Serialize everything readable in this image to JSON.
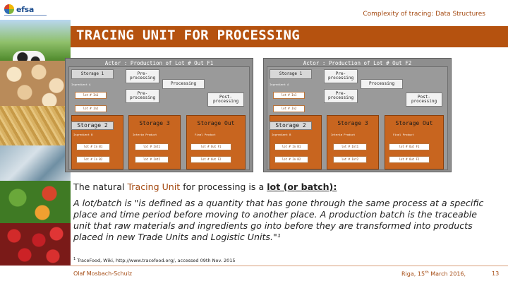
{
  "header": {
    "top_title": "Complexity of tracing: Data Structures",
    "main_title": "TRACING UNIT FOR PROCESSING"
  },
  "logo": {
    "text": "efsa"
  },
  "diagram": {
    "actors": [
      {
        "title": "Actor : Production of Lot # Out F1",
        "storage_1": "Storage 1",
        "ingredient_a_tag": "Ingredient A",
        "lot_in_1": "lot # In1",
        "lot_in_2": "lot # In2",
        "pre_processing_top": "Pre-processing",
        "pre_processing_mid": "Pre-processing",
        "processing": "Processing",
        "post_processing": "Post-processing",
        "storage_2": "Storage 2",
        "storage_3": "Storage 3",
        "storage_out": "Storage Out",
        "ingredient_b_tag": "Ingredient B",
        "interim_tag": "Interim Product",
        "final_tag": "Final Product",
        "lot_b1": "lot # In B1",
        "lot_b2": "lot # In B2",
        "lot_i1": "lot # Int1",
        "lot_i2": "lot # Int2",
        "lot_o1": "lot # Out F1",
        "lot_o2": "lot # Out F2"
      },
      {
        "title": "Actor : Production of Lot # Out F2",
        "storage_1": "Storage 1",
        "ingredient_a_tag": "Ingredient A",
        "lot_in_1": "lot # In1",
        "lot_in_2": "lot # In2",
        "pre_processing_top": "Pre-processing",
        "pre_processing_mid": "Pre-processing",
        "processing": "Processing",
        "post_processing": "Post-processing",
        "storage_2": "Storage 2",
        "storage_3": "Storage 3",
        "storage_out": "Storage Out",
        "ingredient_b_tag": "Ingredient B",
        "interim_tag": "Interim Product",
        "final_tag": "Final Product",
        "lot_b1": "lot # In B1",
        "lot_b2": "lot # In B2",
        "lot_i1": "lot # Int1",
        "lot_i2": "lot # Int2",
        "lot_o1": "lot # Out F1",
        "lot_o2": "lot # Out F2"
      }
    ]
  },
  "body": {
    "line1_prefix": "The natural ",
    "line1_highlight": "Tracing Unit",
    "line1_middle": " for processing is a ",
    "line1_underlined": "lot (or batch):",
    "quote": "A lot/batch is \"is defined as a quantity that has gone through the same process at a specific place and time period before moving to another place. A production batch is the traceable unit that raw materials and ingredients go into before they are transformed into products placed in new Trade Units and Logistic Units.\"¹",
    "footnote_marker": "1",
    "footnote_text": " TraceFood, Wiki, http://www.tracefood.org/, accessed 09th Nov. 2015"
  },
  "footer": {
    "author": "Olaf Mosbach-Schulz",
    "place_date_prefix": "Riga, 15",
    "place_date_sup": "th",
    "place_date_suffix": " March 2016,",
    "page_number": "13"
  }
}
